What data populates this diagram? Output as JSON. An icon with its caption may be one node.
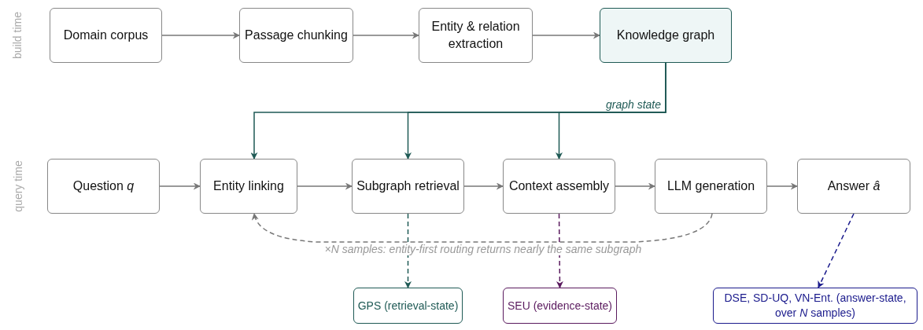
{
  "diagram": {
    "nodes": [
      {
        "text": [
          "Domain corpus"
        ]
      },
      {
        "text": [
          "Passage chunking"
        ]
      },
      {
        "text": [
          "Entity & relation extraction"
        ]
      },
      {
        "text": [
          "Knowledge graph"
        ]
      },
      {
        "text": [
          "Question *q*"
        ]
      },
      {
        "text": [
          "Entity linking"
        ]
      },
      {
        "text": [
          "Subgraph retrieval"
        ]
      },
      {
        "text": [
          "Context assembly"
        ]
      },
      {
        "text": [
          "LLM generation"
        ]
      },
      {
        "text": [
          "Answer *â*"
        ]
      },
      {
        "text": [
          "GPS (retrieval-state)"
        ]
      },
      {
        "text": [
          "SEU (evidence-state)"
        ]
      },
      {
        "text": [
          "DSE, SD-UQ, VN-Ent. (answer-state, over *N* samples)"
        ]
      }
    ],
    "edges": [
      {
        "from": 0,
        "to": 1,
        "arrow": "to"
      },
      {
        "from": 1,
        "to": 2,
        "arrow": "to"
      },
      {
        "from": 2,
        "to": 3,
        "arrow": "to"
      },
      {
        "from": 3,
        "to": 5,
        "arrow": "to",
        "color": "#1f5a55"
      },
      {
        "from": 3,
        "to": 6,
        "arrow": "to",
        "color": "#1f5a55"
      },
      {
        "from": 3,
        "to": 7,
        "arrow": "to",
        "color": "#1f5a55",
        "label": "graph state"
      },
      {
        "from": 4,
        "to": 5,
        "arrow": "to"
      },
      {
        "from": 5,
        "to": 6,
        "arrow": "to"
      },
      {
        "from": 6,
        "to": 7,
        "arrow": "to"
      },
      {
        "from": 7,
        "to": 8,
        "arrow": "to"
      },
      {
        "from": 8,
        "to": 9,
        "arrow": "to"
      },
      {
        "from": 8,
        "to": 5,
        "arrow": "to",
        "style": "dashed",
        "label": "×*N* samples: entity-first routing returns nearly the same subgraph"
      },
      {
        "from": 6,
        "to": 10,
        "arrow": "to",
        "style": "dashed",
        "color": "#1f5a55"
      },
      {
        "from": 7,
        "to": 11,
        "arrow": "to",
        "style": "dashed",
        "color": "#5a1a5e"
      },
      {
        "from": 9,
        "to": 12,
        "arrow": "to",
        "style": "dashed",
        "color": "#1a1a8c"
      }
    ],
    "labels": [
      "build time",
      "query time"
    ]
  }
}
